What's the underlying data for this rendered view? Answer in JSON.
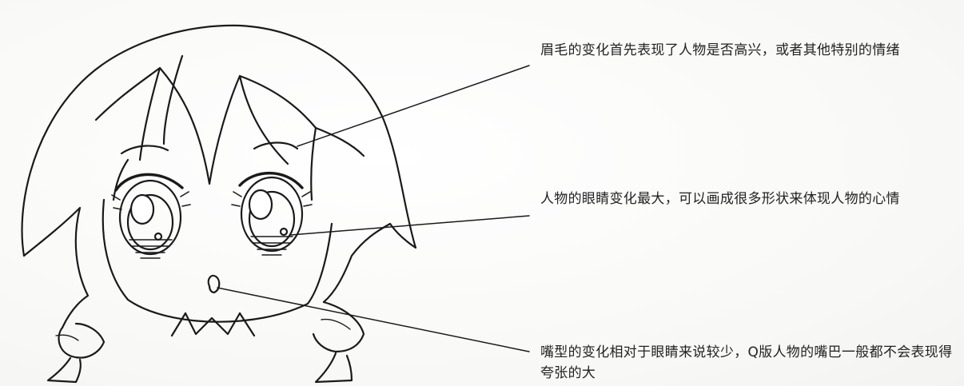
{
  "annotations": [
    {
      "id": "eyebrow",
      "text": "眉毛的变化首先表现了人物是否高兴，或者其他特别的情绪"
    },
    {
      "id": "eyes",
      "text": "人物的眼睛变化最大，可以画成很多形状来体现人物的心情"
    },
    {
      "id": "mouth",
      "text": "嘴型的变化相对于眼睛来说较少，Q版人物的嘴巴一般都不会表现得夸张的大"
    }
  ]
}
